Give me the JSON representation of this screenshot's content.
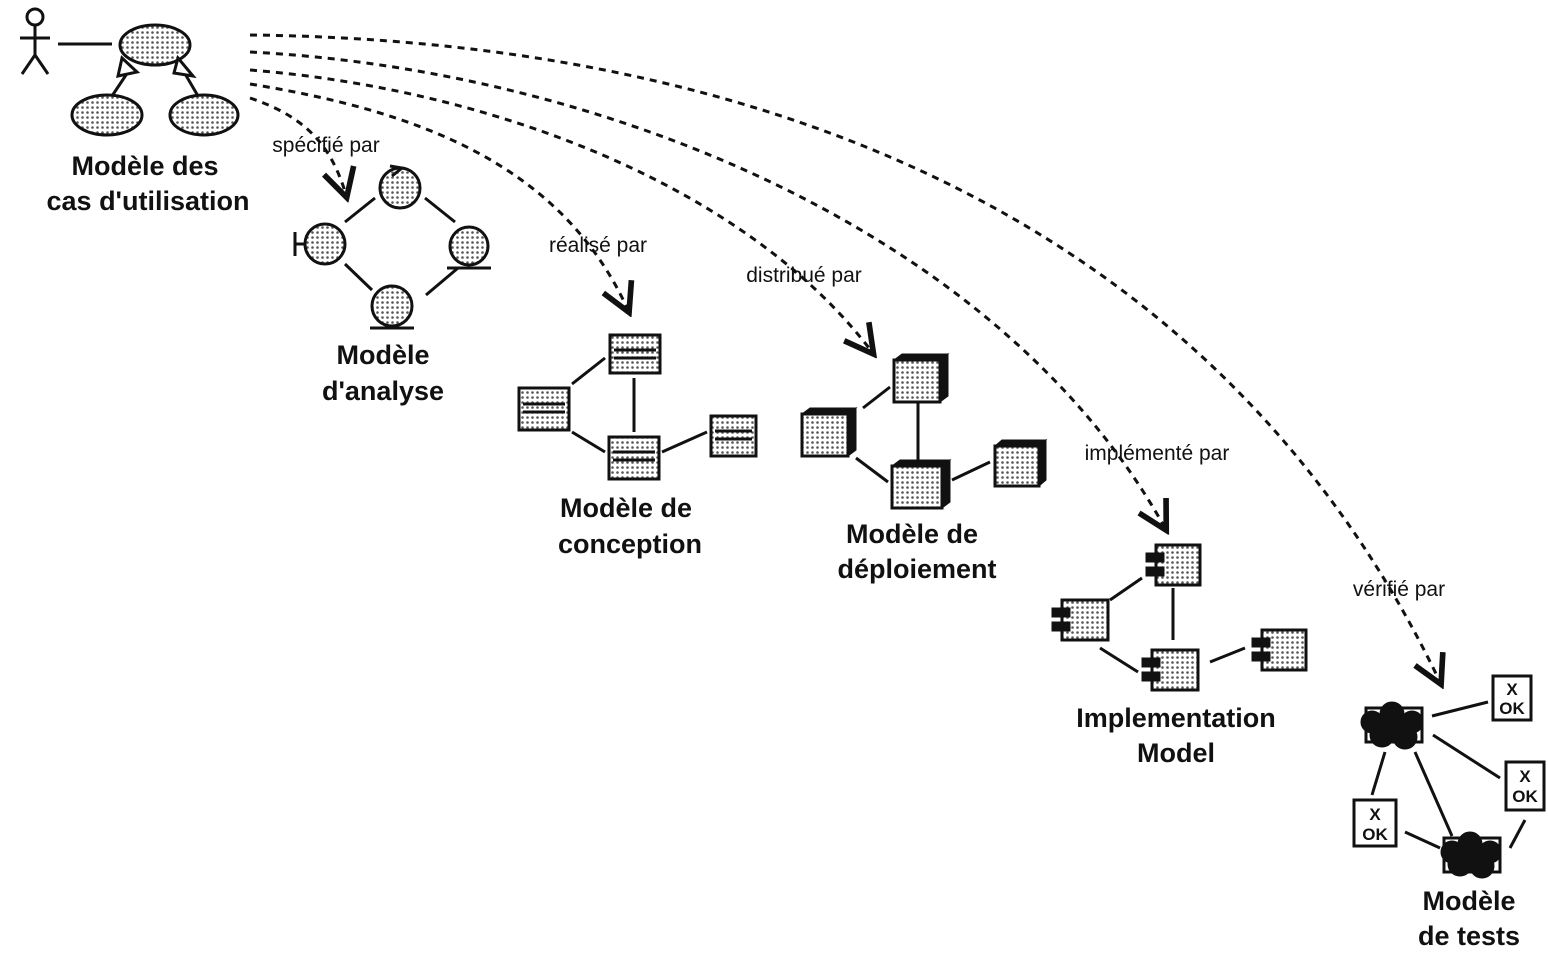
{
  "models": {
    "use_case": [
      "Modèle des",
      "cas d'utilisation"
    ],
    "analysis": [
      "Modèle",
      "d'analyse"
    ],
    "design": [
      "Modèle de",
      "conception"
    ],
    "deployment": [
      "Modèle de",
      "déploiement"
    ],
    "implementation": [
      "Implementation",
      "Model"
    ],
    "test": [
      "Modèle",
      "de tests"
    ]
  },
  "relations": {
    "specified": "spécifié par",
    "realized": "réalisé par",
    "distributed": "distribué par",
    "implemented": "implémenté par",
    "verified": "vérifié par"
  },
  "test_case": {
    "top": "X",
    "bottom": "OK"
  }
}
